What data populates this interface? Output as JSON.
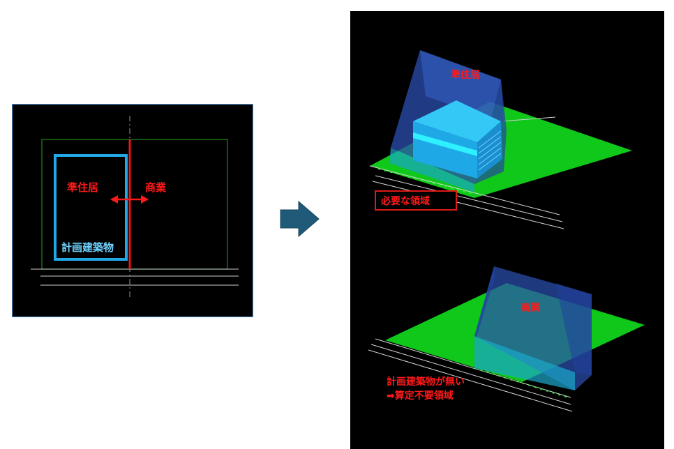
{
  "plan": {
    "residential_label": "準住居",
    "commercial_label": "商業",
    "building_label": "計画建築物"
  },
  "view_top": {
    "zone_label": "準住居",
    "callout": "必要な領域"
  },
  "view_bottom": {
    "zone_label": "商業",
    "note_line1": "計画建築物が無い",
    "note_line2": "➡算定不要領域"
  },
  "colors": {
    "ground": "#10c81a",
    "envelope": "#2b4fb0",
    "building": "#1fb4ee",
    "label_red": "#ff1a1a",
    "label_blue": "#6fd2ff",
    "arrow": "#1f5a78"
  }
}
